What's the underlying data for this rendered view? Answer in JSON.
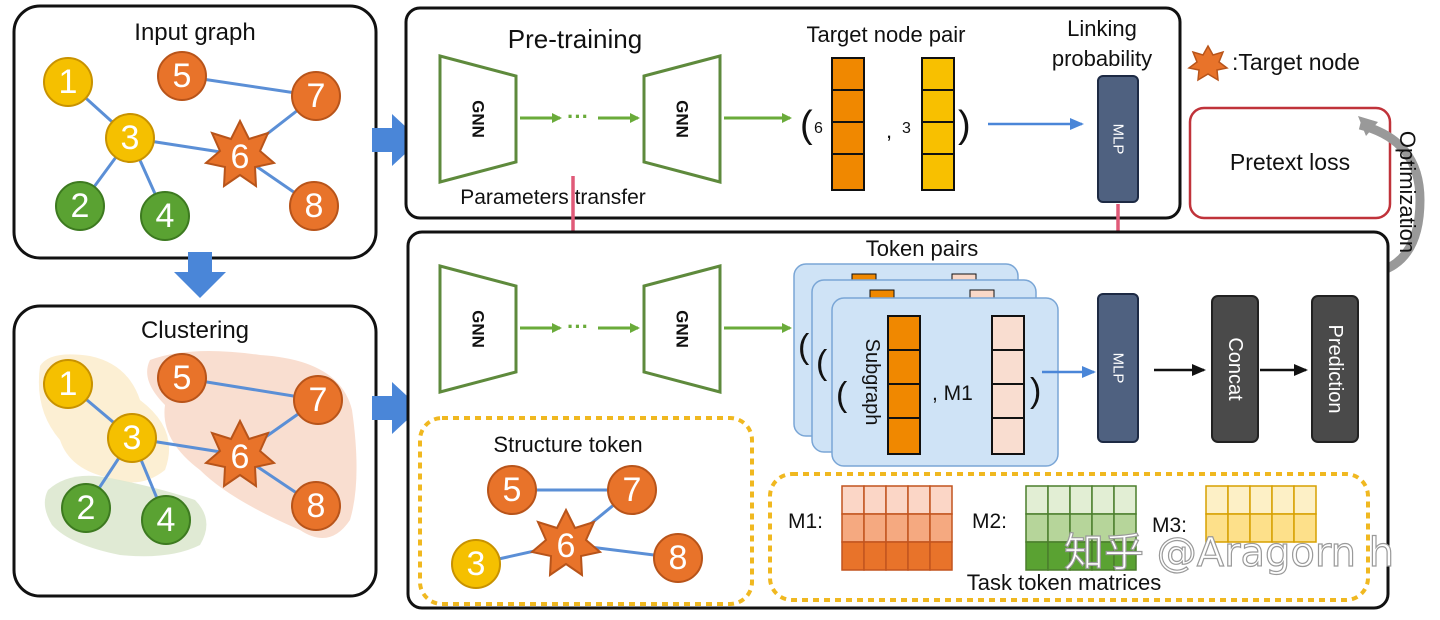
{
  "input_graph": {
    "title": "Input graph",
    "nodes": [
      "1",
      "5",
      "7",
      "3",
      "6",
      "2",
      "4",
      "8"
    ]
  },
  "clustering": {
    "title": "Clustering",
    "nodes": [
      "1",
      "5",
      "7",
      "3",
      "6",
      "2",
      "4",
      "8"
    ]
  },
  "pretraining": {
    "title": "Pre-training",
    "gnn_label": "GNN",
    "dots": "···",
    "target_pair_title": "Target node pair",
    "pair_a": "6",
    "pair_b": "3",
    "open_paren": "(",
    "close_paren": ")",
    "comma": ",",
    "linking_title_1": "Linking",
    "linking_title_2": "probability",
    "mlp": "MLP",
    "transfer": "Parameters transfer"
  },
  "legend": {
    "target_node": ":Target node"
  },
  "pretext": {
    "label": "Pretext loss",
    "optimization": "Optimization"
  },
  "finetune": {
    "gnn_label": "GNN",
    "dots": "···",
    "token_pairs": "Token pairs",
    "subgraph": "Subgraph",
    "m1": ", M1",
    "open_paren": "(",
    "close_paren": ")",
    "mlp": "MLP",
    "concat": "Concat",
    "prediction": "Prediction"
  },
  "structure_token": {
    "title": "Structure token",
    "nodes": [
      "5",
      "7",
      "6",
      "3",
      "8"
    ]
  },
  "task_tokens": {
    "title": "Task token matrices",
    "m1": "M1:",
    "m2": "M2:",
    "m3": "M3:"
  },
  "watermark": "知乎 @Aragorn h",
  "colors": {
    "yellow": "#f5c000",
    "orange": "#e8732a",
    "green": "#5aa232",
    "edge": "#5b8fd6",
    "arrow_green": "#6aab3a",
    "arrow_pink": "#e05a78",
    "arrow_blue": "#4a86d8",
    "mlp": "#4f6180",
    "dark_box": "#4a4a4a",
    "pretext_border": "#c0333a",
    "dashed": "#f0b820"
  }
}
